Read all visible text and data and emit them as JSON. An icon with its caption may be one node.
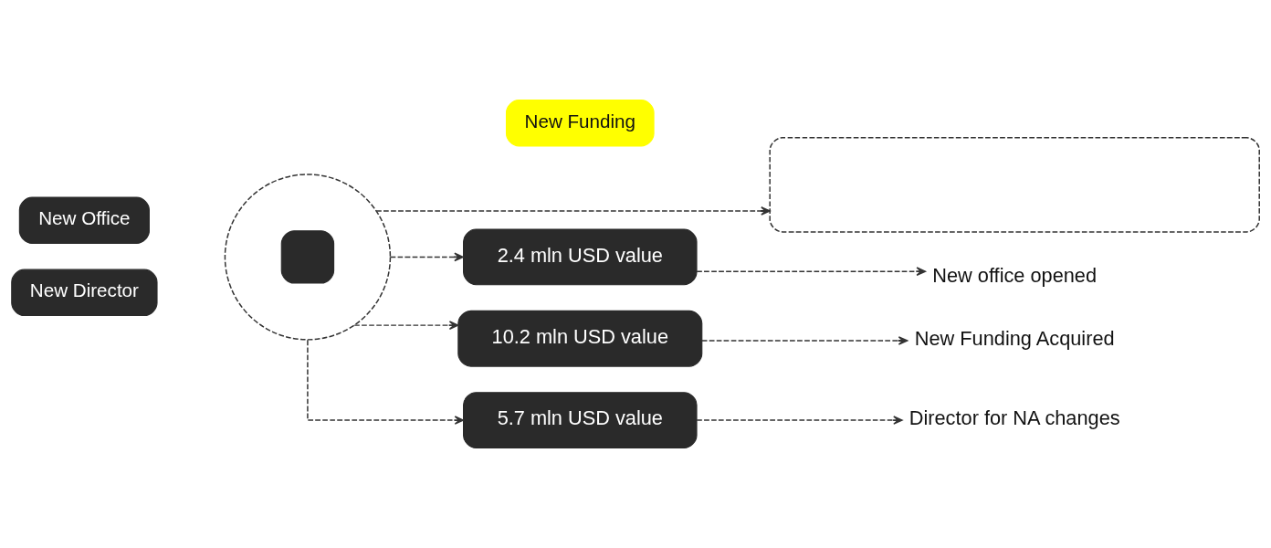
{
  "diagram": {
    "nodes": [
      {
        "text": [],
        "shape": "circle"
      },
      {
        "text": [
          "New Office"
        ]
      },
      {
        "text": [
          "New Funding"
        ]
      },
      {
        "text": [
          "New Director"
        ]
      },
      {
        "text": [],
        "shape": "box"
      },
      {
        "text": [
          "2.4 mln USD value"
        ]
      },
      {
        "text": [
          "New office opened"
        ]
      },
      {
        "text": [
          "10.2 mln USD value"
        ]
      },
      {
        "text": [
          "New Funding Acquired"
        ]
      },
      {
        "text": [
          "5.7 mln USD value"
        ]
      },
      {
        "text": [
          "Director for NA changes"
        ]
      }
    ],
    "edges": [
      {
        "from": 0,
        "to": 4,
        "arrow": "to",
        "style": "dashed"
      },
      {
        "from": 0,
        "to": 5,
        "arrow": "to",
        "style": "dashed"
      },
      {
        "from": 0,
        "to": 7,
        "arrow": "to",
        "style": "dashed"
      },
      {
        "from": 0,
        "to": 9,
        "arrow": "to",
        "style": "dashed"
      },
      {
        "from": 5,
        "to": 6,
        "arrow": "to",
        "style": "dashed"
      },
      {
        "from": 7,
        "to": 8,
        "arrow": "to",
        "style": "dashed"
      },
      {
        "from": 9,
        "to": 10,
        "arrow": "to",
        "style": "dashed"
      }
    ]
  }
}
